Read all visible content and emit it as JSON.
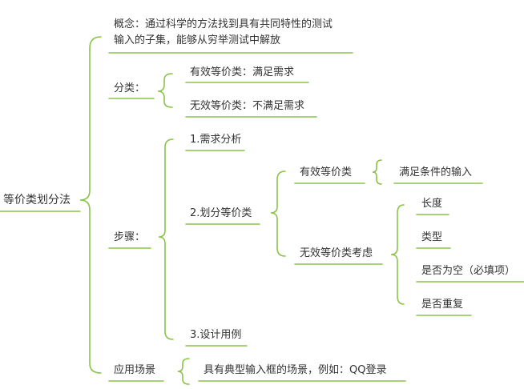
{
  "colors": {
    "line": "#8bc34a",
    "text": "#333333"
  },
  "root": "等价类划分法",
  "concept": {
    "line1": "概念：通过科学的方法找到具有共同特性的测试",
    "line2": "输入的子集，能够从穷举测试中解放"
  },
  "classification": {
    "label": "分类：",
    "valid": "有效等价类：满足需求",
    "invalid": "无效等价类：不满足需求"
  },
  "steps": {
    "label": "步骤：",
    "step1": "1.需求分析",
    "step2": "2.划分等价类",
    "valid_class": "有效等价类",
    "valid_detail": "满足条件的输入",
    "invalid_class": "无效等价类考虑",
    "invalid_items": [
      "长度",
      "类型",
      "是否为空（必填项）",
      "是否重复"
    ],
    "step3": "3.设计用例"
  },
  "scenario": {
    "label": "应用场景",
    "detail": "具有典型输入框的场景，例如：QQ登录"
  }
}
